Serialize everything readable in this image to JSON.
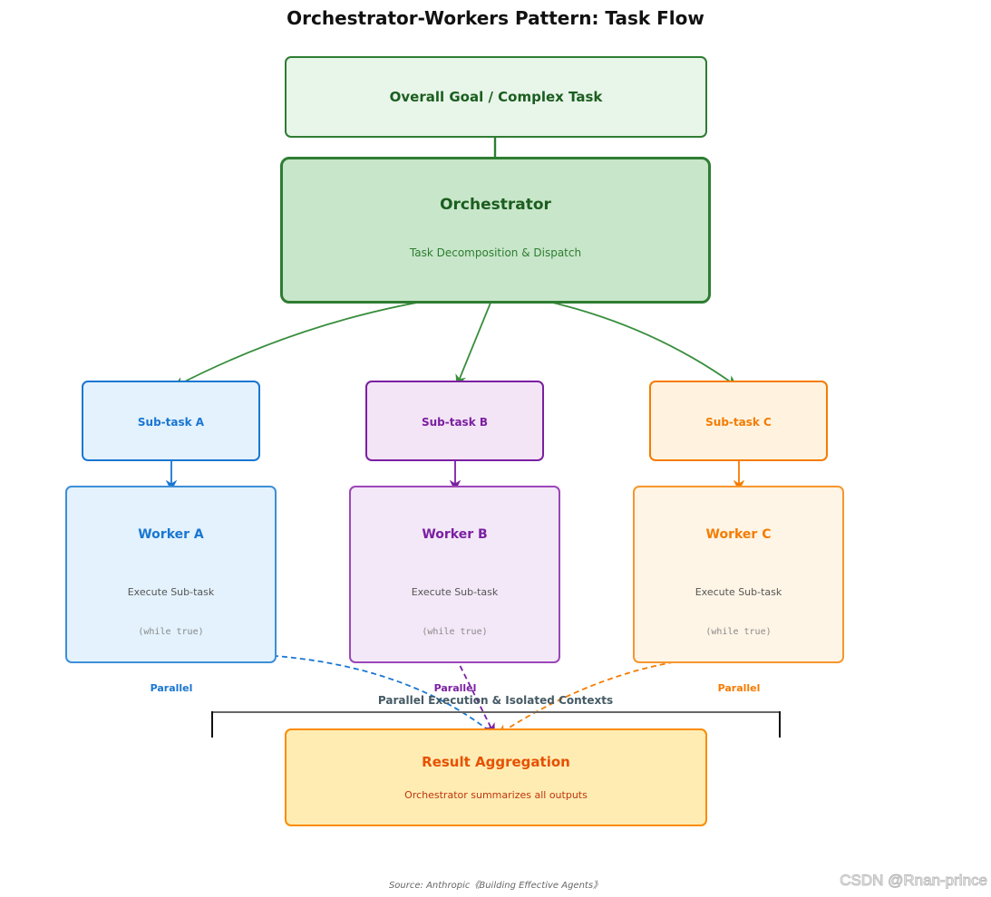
{
  "title": "Orchestrator-Workers Pattern: Task Flow",
  "goal": {
    "label": "Overall Goal / Complex Task"
  },
  "orchestrator": {
    "name": "Orchestrator",
    "subtitle": "Task Decomposition & Dispatch"
  },
  "subtasks": [
    {
      "label": "Sub-task A"
    },
    {
      "label": "Sub-task B"
    },
    {
      "label": "Sub-task C"
    }
  ],
  "workers": [
    {
      "name": "Worker A",
      "action": "Execute Sub-task",
      "loop": "(while true)",
      "tag": "Parallel"
    },
    {
      "name": "Worker B",
      "action": "Execute Sub-task",
      "loop": "(while true)",
      "tag": "Parallel"
    },
    {
      "name": "Worker C",
      "action": "Execute Sub-task",
      "loop": "(while true)",
      "tag": "Parallel"
    }
  ],
  "bracket_label": "Parallel Execution & Isolated Contexts",
  "aggregation": {
    "name": "Result Aggregation",
    "subtitle": "Orchestrator summarizes all outputs"
  },
  "source": "Source: Anthropic《Building Effective Agents》",
  "watermark": "CSDN @Rnan-prince",
  "colors": {
    "green": "#2e7d32",
    "green_text": "#1b5e20",
    "blue": "#1976d2",
    "purple": "#7b1fa2",
    "orange": "#f57c00",
    "agg_text": "#e65100",
    "agg_sub": "#bf360c"
  }
}
